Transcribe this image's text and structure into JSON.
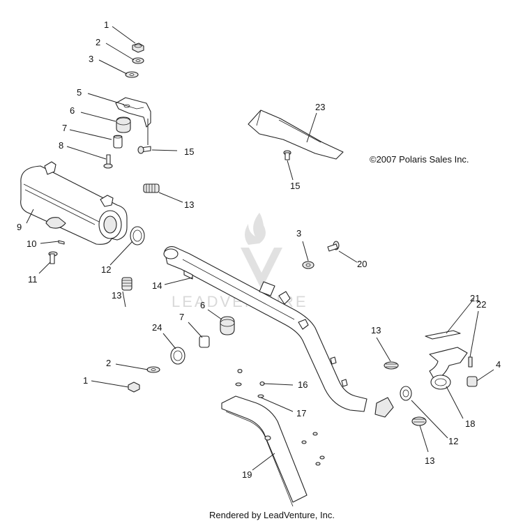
{
  "copyright": "©2007 Polaris Sales Inc.",
  "footer": "Rendered by LeadVenture, Inc.",
  "watermark": "LEADVENTURE",
  "callouts": [
    "1",
    "2",
    "3",
    "5",
    "6",
    "7",
    "8",
    "15",
    "9",
    "10",
    "11",
    "13",
    "12",
    "13",
    "14",
    "23",
    "15",
    "3",
    "20",
    "6",
    "7",
    "24",
    "2",
    "1",
    "21",
    "22",
    "13",
    "4",
    "16",
    "17",
    "18",
    "12",
    "13",
    "19"
  ]
}
